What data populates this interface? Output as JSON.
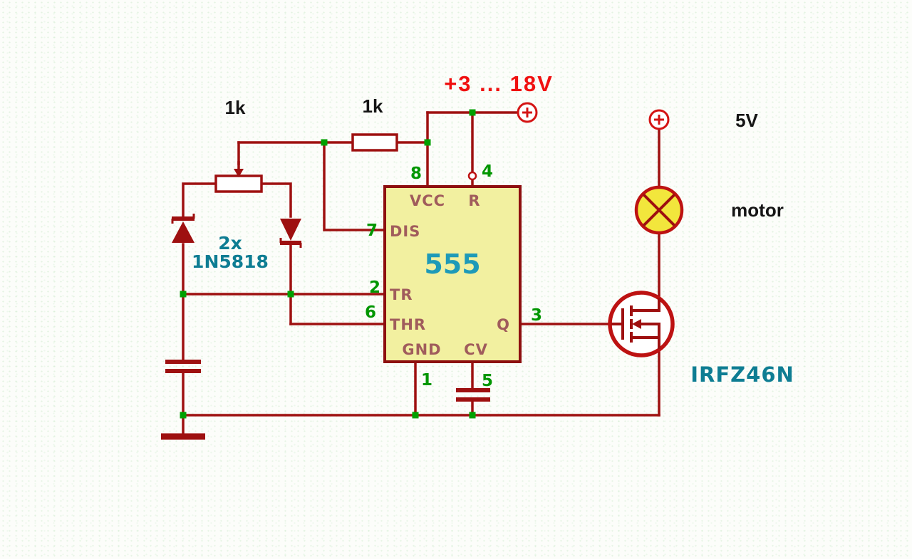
{
  "diagram": {
    "type": "circuit-schematic",
    "power": {
      "main_supply_label": "+3 ... 18V",
      "motor_supply_label": "5V"
    },
    "components": {
      "potentiometer": {
        "value": "1k"
      },
      "resistor": {
        "value": "1k"
      },
      "diodes": {
        "qty": "2x",
        "part": "1N5818"
      },
      "ic": {
        "part": "555"
      },
      "mosfet": {
        "part": "IRFZ46N"
      },
      "motor": {
        "label": "motor"
      }
    },
    "ic_pins": [
      {
        "number": "8",
        "name": "VCC"
      },
      {
        "number": "4",
        "name": "R"
      },
      {
        "number": "7",
        "name": "DIS"
      },
      {
        "number": "2",
        "name": "TR"
      },
      {
        "number": "6",
        "name": "THR"
      },
      {
        "number": "3",
        "name": "Q"
      },
      {
        "number": "1",
        "name": "GND"
      },
      {
        "number": "5",
        "name": "CV"
      }
    ],
    "colors": {
      "wire": "#9e1010",
      "ic_fill": "#f2f0a0",
      "junction_green": "#00a000",
      "pin_number_green": "#009600",
      "pin_name": "#a05c5c",
      "teal_label": "#0e7d93",
      "ic_text_blue": "#1e9ab8",
      "supply_red": "#f01010",
      "motor_yellow": "#f2e63c"
    }
  }
}
